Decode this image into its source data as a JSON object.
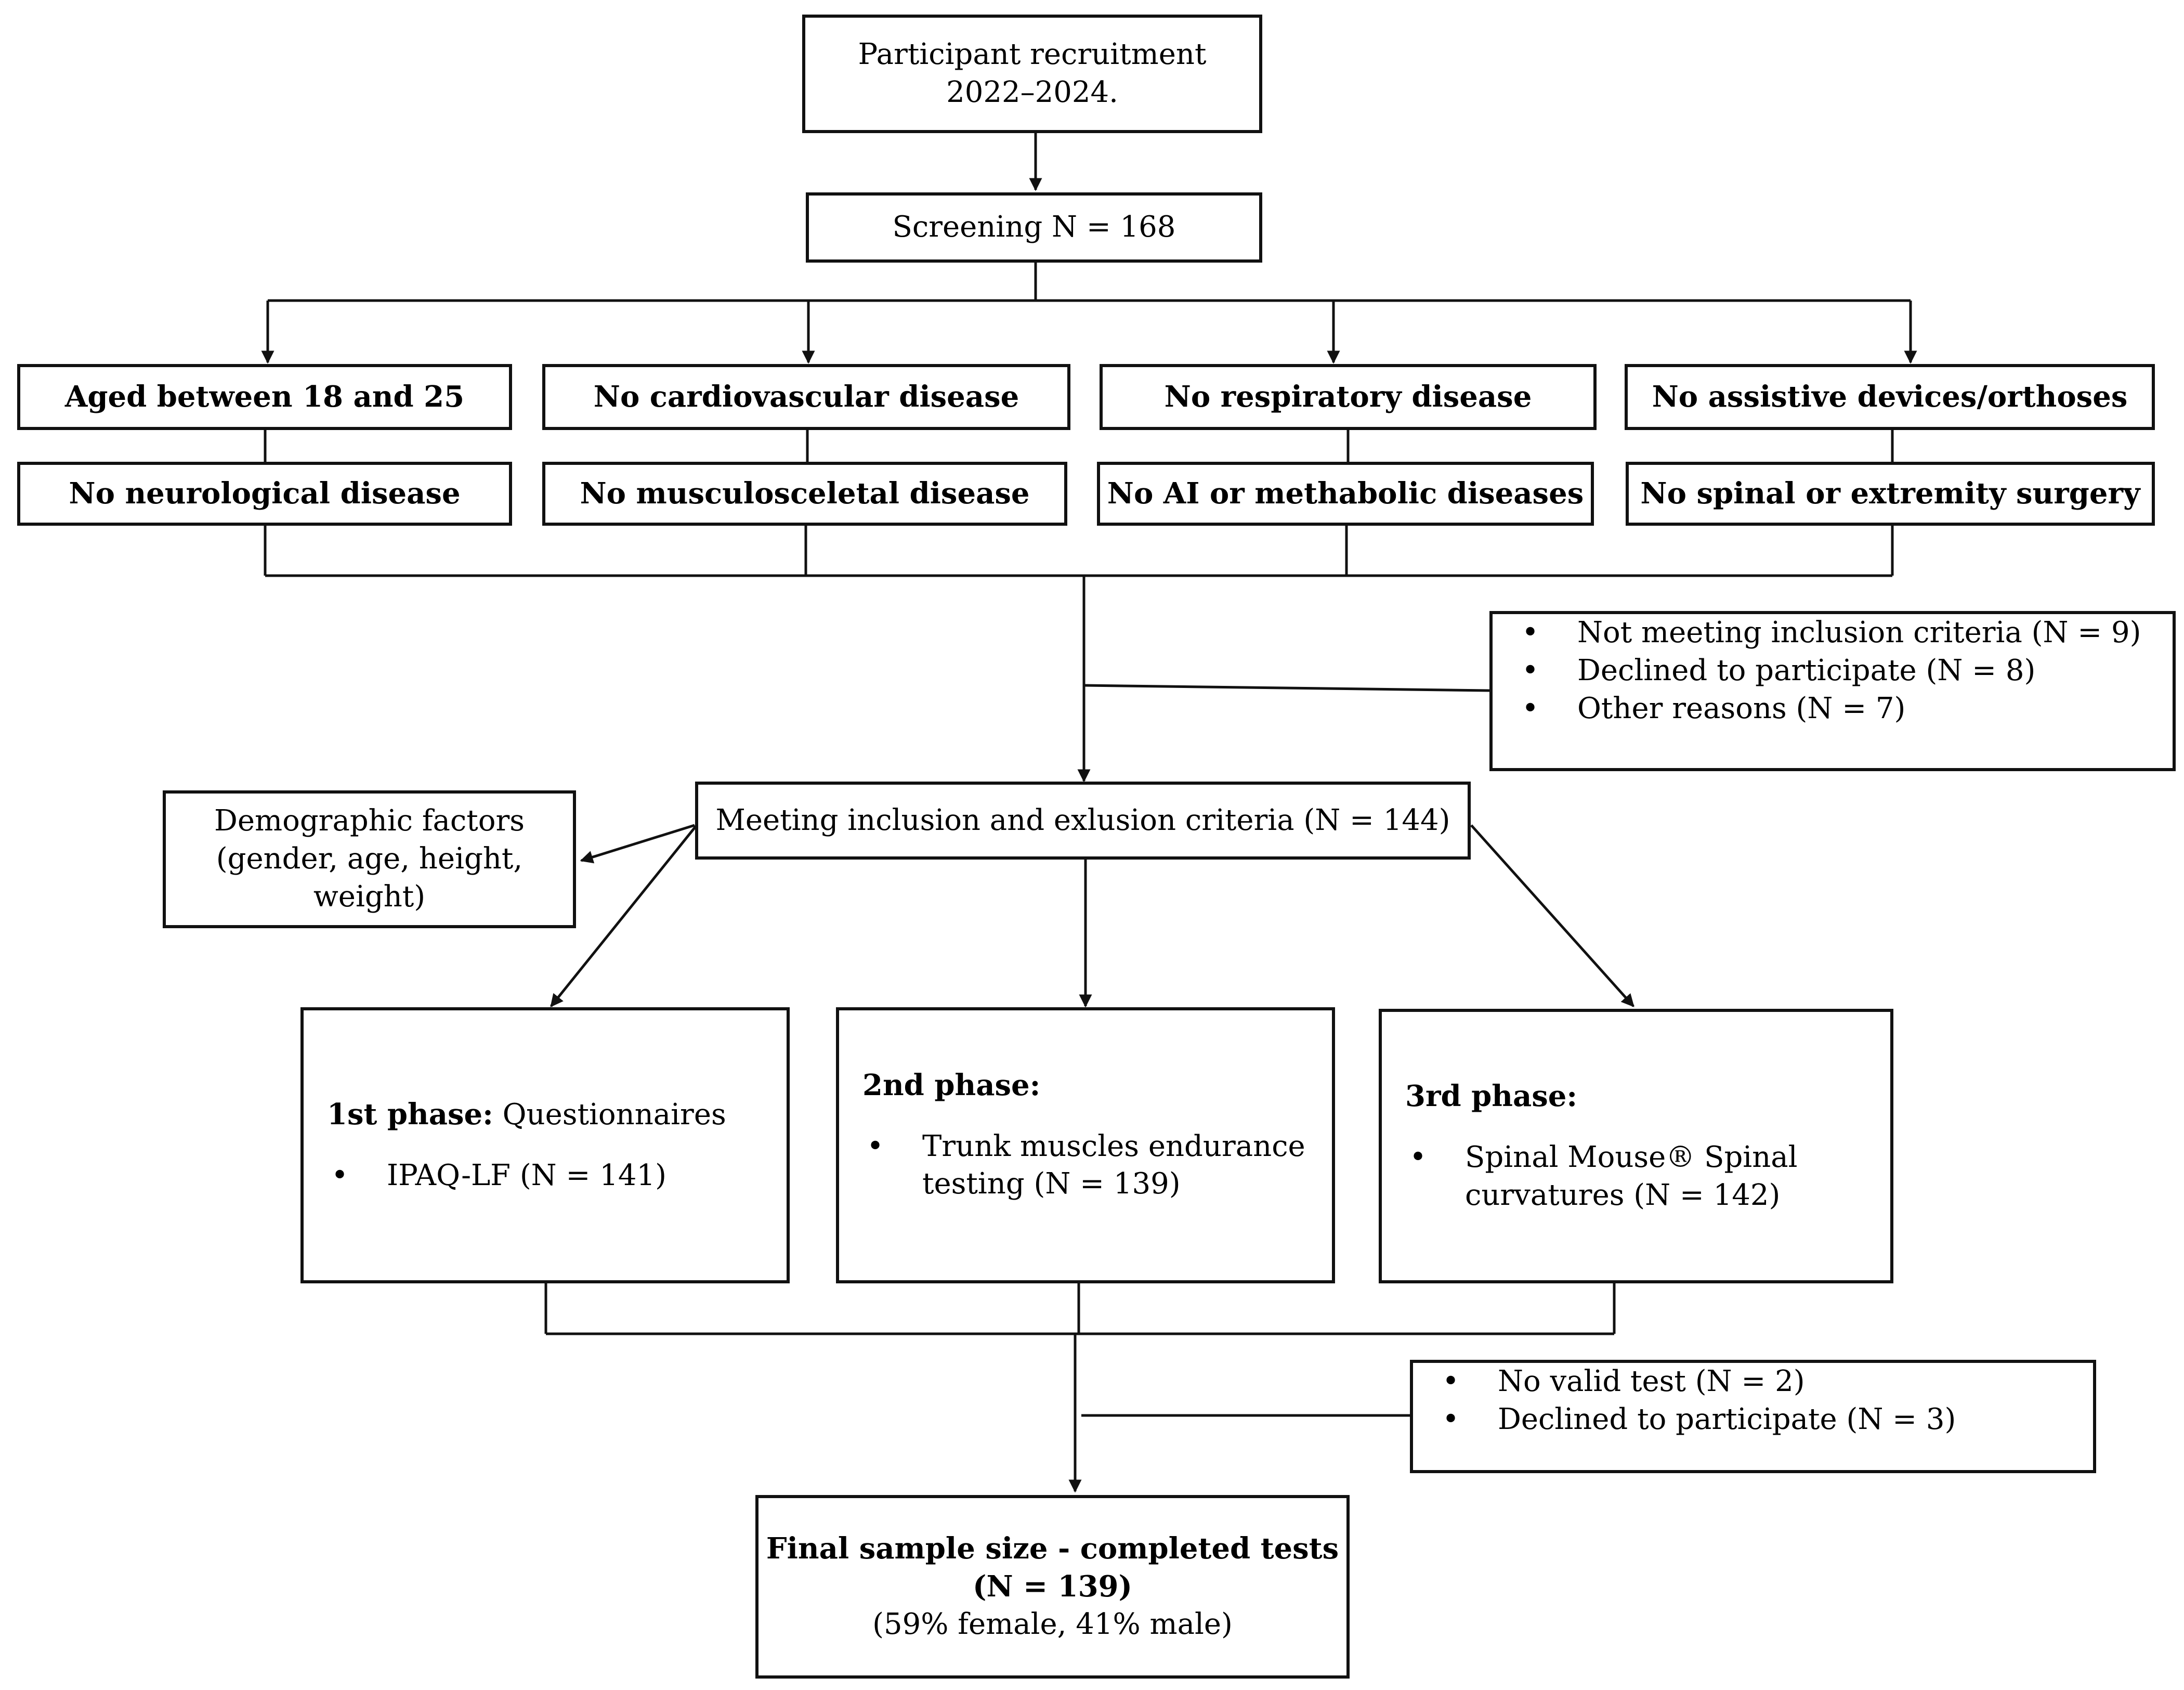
{
  "recruitment": {
    "line1": "Participant recruitment",
    "line2": "2022–2024."
  },
  "screening": {
    "label": "Screening N = 168"
  },
  "criteria": {
    "row1": [
      "Aged between 18 and 25",
      "No cardiovascular disease",
      "No respiratory disease",
      "No assistive devices/orthoses"
    ],
    "row2": [
      "No neurological disease",
      "No musculosceletal disease",
      "No AI or methabolic diseases",
      "No spinal  or extremity surgery"
    ]
  },
  "exclusion1": {
    "items": [
      "Not meeting inclusion criteria (N = 9)",
      "Declined to participate (N = 8)",
      "Other reasons (N = 7)"
    ]
  },
  "inclusion": {
    "label": "Meeting inclusion and exlusion criteria (N = 144)"
  },
  "demographics": {
    "line1": "Demographic factors",
    "line2": "(gender, age, height,",
    "line3": "weight)"
  },
  "phases": [
    {
      "title_bold": "1st phase:",
      "title_rest": " Questionnaires",
      "item": "IPAQ-LF (N = 141)"
    },
    {
      "title_bold": "2nd phase:",
      "title_rest": "",
      "item_line1": "Trunk muscles endurance",
      "item_line2": "testing (N = 139)"
    },
    {
      "title_bold": "3rd phase:",
      "title_rest": "",
      "item_line1": "Spinal Mouse® Spinal",
      "item_line2": "curvatures (N = 142)"
    }
  ],
  "exclusion2": {
    "items": [
      "No valid test (N = 2)",
      "Declined to participate (N = 3)"
    ]
  },
  "final": {
    "line1": "Final sample size - completed tests",
    "line2": "(N = 139)",
    "line3": "(59% female, 41% male)"
  }
}
